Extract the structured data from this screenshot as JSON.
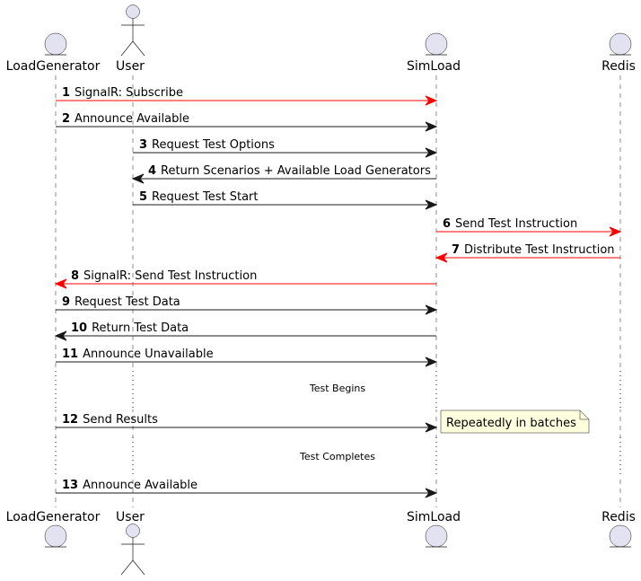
{
  "colors": {
    "default_arrow": "#181818",
    "highlight_arrow": "#FF0000",
    "participant_fill": "#E2E2F0",
    "note_fill": "#FEFFDD"
  },
  "participants": [
    {
      "id": "loadgen",
      "label": "LoadGenerator",
      "kind": "entity"
    },
    {
      "id": "user",
      "label": "User",
      "kind": "actor"
    },
    {
      "id": "simload",
      "label": "SimLoad",
      "kind": "entity"
    },
    {
      "id": "redis",
      "label": "Redis",
      "kind": "entity"
    }
  ],
  "messages": [
    {
      "num": "1",
      "text": "SignalR: Subscribe",
      "from": "loadgen",
      "to": "simload",
      "color": "highlight"
    },
    {
      "num": "2",
      "text": "Announce Available",
      "from": "loadgen",
      "to": "simload",
      "color": "default"
    },
    {
      "num": "3",
      "text": "Request Test Options",
      "from": "user",
      "to": "simload",
      "color": "default"
    },
    {
      "num": "4",
      "text": "Return Scenarios + Available Load Generators",
      "from": "simload",
      "to": "user",
      "color": "default"
    },
    {
      "num": "5",
      "text": "Request Test Start",
      "from": "user",
      "to": "simload",
      "color": "default"
    },
    {
      "num": "6",
      "text": "Send Test Instruction",
      "from": "simload",
      "to": "redis",
      "color": "highlight"
    },
    {
      "num": "7",
      "text": "Distribute Test Instruction",
      "from": "redis",
      "to": "simload",
      "color": "highlight"
    },
    {
      "num": "8",
      "text": "SignalR: Send Test Instruction",
      "from": "simload",
      "to": "loadgen",
      "color": "highlight"
    },
    {
      "num": "9",
      "text": "Request Test Data",
      "from": "loadgen",
      "to": "simload",
      "color": "default"
    },
    {
      "num": "10",
      "text": "Return Test Data",
      "from": "simload",
      "to": "loadgen",
      "color": "default"
    },
    {
      "num": "11",
      "text": "Announce Unavailable",
      "from": "loadgen",
      "to": "simload",
      "color": "default"
    },
    {
      "num": "12",
      "text": "Send Results",
      "from": "loadgen",
      "to": "simload",
      "color": "default"
    },
    {
      "num": "13",
      "text": "Announce Available",
      "from": "loadgen",
      "to": "simload",
      "color": "default"
    }
  ],
  "delays": [
    {
      "text": "Test Begins"
    },
    {
      "text": "Test Completes"
    }
  ],
  "note": {
    "text": "Repeatedly in batches"
  }
}
